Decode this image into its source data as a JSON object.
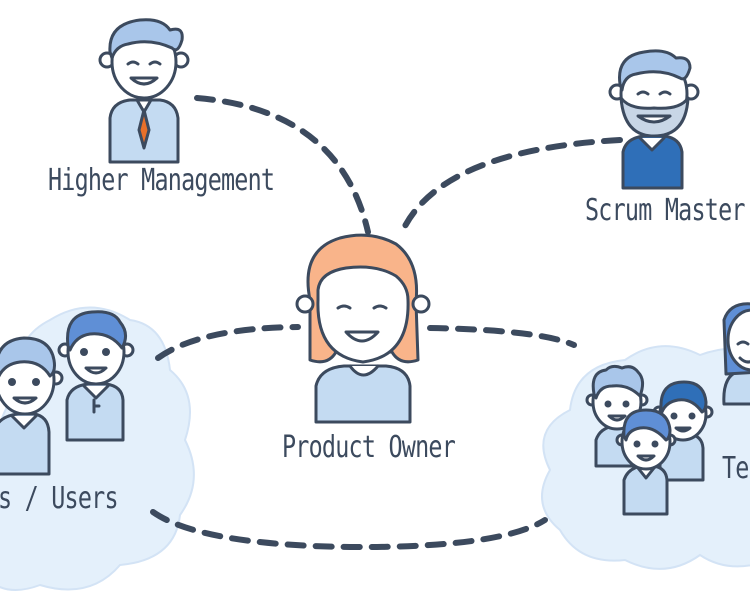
{
  "diagram": {
    "nodes": {
      "higher_management": {
        "label": "Higher Management"
      },
      "scrum_master": {
        "label": "Scrum Master"
      },
      "product_owner": {
        "label": "Product Owner"
      },
      "customers_users": {
        "label": "s / Users"
      },
      "team": {
        "label": "Tea"
      }
    },
    "colors": {
      "outline": "#3c4a5e",
      "skin": "#ffffff",
      "hair_light": "#a9c6ea",
      "hair_blue": "#5f8fd6",
      "hair_orange": "#f9b48a",
      "shirt_light": "#c4dbf2",
      "shirt_blue": "#2f6fb8",
      "tie_orange": "#e8702a",
      "cloud": "#e4f0fb",
      "beard": "#c8d6e6"
    }
  }
}
